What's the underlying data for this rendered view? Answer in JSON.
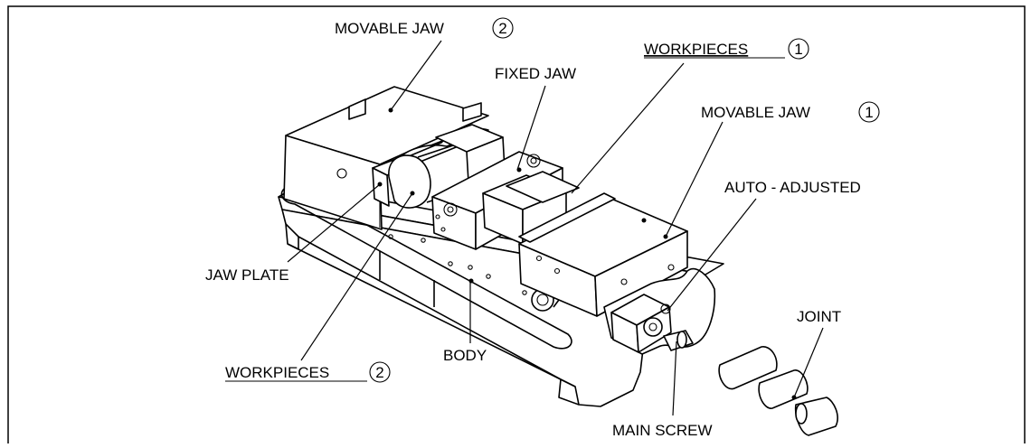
{
  "labels": {
    "movable_jaw_2": "MOVABLE JAW",
    "movable_jaw_2_num": "2",
    "fixed_jaw": "FIXED JAW",
    "workpieces_1": "WORKPIECES",
    "workpieces_1_num": "1",
    "movable_jaw_1": "MOVABLE JAW",
    "movable_jaw_1_num": "1",
    "auto_adjusted": "AUTO - ADJUSTED",
    "jaw_plate": "JAW PLATE",
    "workpieces_2": "WORKPIECES",
    "workpieces_2_num": "2",
    "body": "BODY",
    "joint": "JOINT",
    "main_screw": "MAIN SCREW"
  }
}
